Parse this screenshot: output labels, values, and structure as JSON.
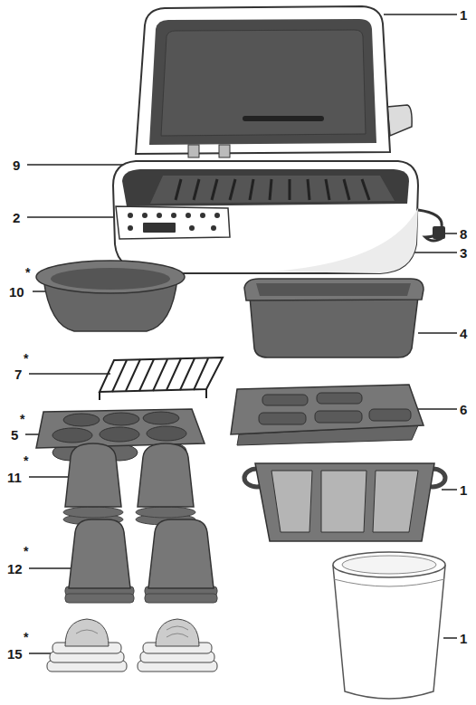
{
  "diagram": {
    "labels": [
      "1",
      "9",
      "2",
      "8",
      "3",
      "*",
      "10",
      "4",
      "*",
      "7",
      "6",
      "*",
      "5",
      "*",
      "11",
      "1",
      "*",
      "12",
      "1",
      "*",
      "15"
    ]
  }
}
